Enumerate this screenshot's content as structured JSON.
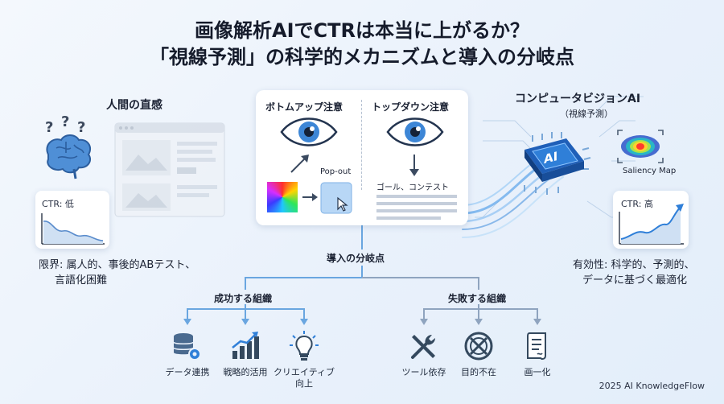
{
  "title": {
    "line1": "画像解析AIでCTRは本当に上がるか？",
    "line2": "「視線予測」の科学的メカニズムと導入の分岐点"
  },
  "left": {
    "heading": "人間の直感",
    "ctr": "CTR: 低",
    "limit_line1": "限界: 属人的、事後的ABテスト、",
    "limit_line2": "言語化困難"
  },
  "center": {
    "bottom_up": "ボトムアップ注意",
    "top_down": "トップダウン注意",
    "popout": "Pop-out",
    "goal": "ゴール、コンテスト"
  },
  "right": {
    "heading": "コンピュータビジョンAI",
    "subheading": "（視線予測）",
    "chip": "AI",
    "saliency": "Saliency Map",
    "ctr": "CTR: 高",
    "effect_line1": "有効性: 科学的、予測的、",
    "effect_line2": "データに基づく最適化"
  },
  "branch": {
    "label": "導入の分岐点",
    "success": {
      "label": "成功する組織",
      "items": [
        {
          "label1": "データ連携",
          "label2": "",
          "icon": "database-gear-icon"
        },
        {
          "label1": "戦略的活用",
          "label2": "",
          "icon": "growth-chart-icon"
        },
        {
          "label1": "クリエイティブ",
          "label2": "向上",
          "icon": "lightbulb-icon"
        }
      ]
    },
    "failure": {
      "label": "失敗する組織",
      "items": [
        {
          "label1": "ツール依存",
          "label2": "",
          "icon": "tools-icon"
        },
        {
          "label1": "目的不在",
          "label2": "",
          "icon": "no-target-icon"
        },
        {
          "label1": "画一化",
          "label2": "",
          "icon": "document-icon"
        }
      ]
    }
  },
  "colors": {
    "blue": "#2f7fd8",
    "line_left": "#6aa6e0",
    "line_right": "#8fa4bf",
    "icon_dark": "#34495e"
  },
  "footer": "2025 AI KnowledgeFlow"
}
